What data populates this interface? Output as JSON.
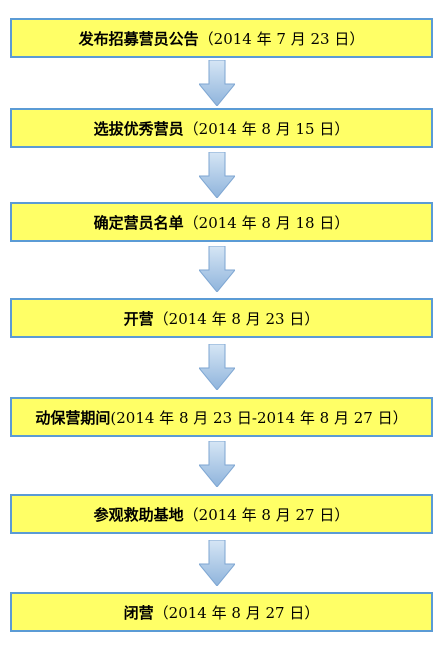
{
  "steps": [
    {
      "name": "发布招募营员公告",
      "date": "（2014 年 7 月 23 日）"
    },
    {
      "name": "选拔优秀营员",
      "date": "（2014 年 8 月 15 日）"
    },
    {
      "name": "确定营员名单",
      "date": "（2014 年 8 月 18 日）"
    },
    {
      "name": "开营",
      "date": "（2014 年 8 月 23 日）"
    },
    {
      "name": "动保营期间",
      "date": "(2014 年 8 月 23 日-2014 年 8 月 27 日）"
    },
    {
      "name": "参观救助基地",
      "date": "（2014 年 8 月 27 日）"
    },
    {
      "name": "闭营",
      "date": "（2014 年 8 月 27 日）"
    }
  ],
  "colors": {
    "box_fill": "#ffff66",
    "box_border": "#5b9bd5",
    "arrow_fill_top": "#d6e6f5",
    "arrow_fill_bottom": "#8fb4dc",
    "arrow_stroke": "#7ea6d2"
  }
}
